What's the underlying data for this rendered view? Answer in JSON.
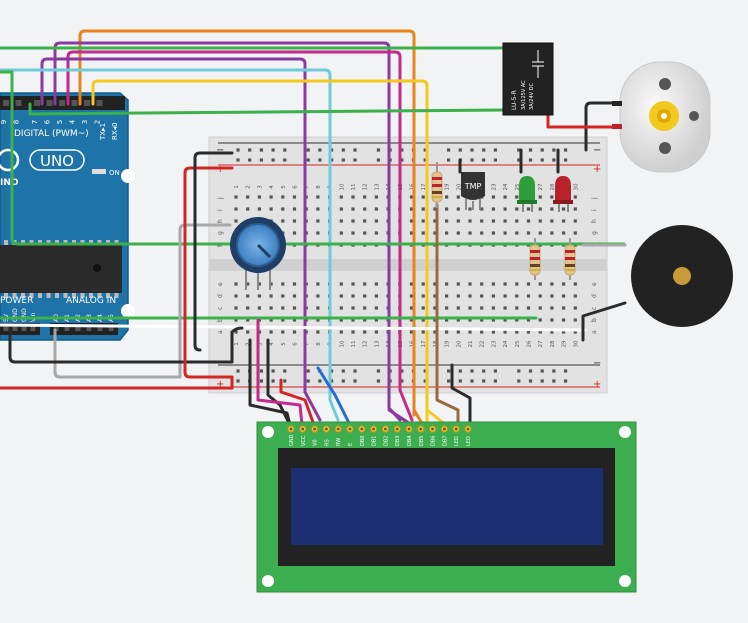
{
  "arduino": {
    "digital_label": "DIGITAL (PWM~)",
    "tx_label": "TX▸1",
    "rx_label": "RX◂0",
    "logo_text": "UNO",
    "board_text": "INO",
    "on_label": "ON",
    "power_label": "POWER",
    "analog_label": "ANALOG IN",
    "digital_pins": [
      "9",
      "8",
      "7",
      "6",
      "5",
      "4",
      "3",
      "2"
    ],
    "analog_pins": [
      "A0",
      "A1",
      "A2",
      "A3",
      "A4",
      "A5"
    ],
    "power_pins": [
      "5V",
      "GND",
      "GND",
      "Vin"
    ]
  },
  "breadboard": {
    "column_numbers": [
      "1",
      "2",
      "3",
      "4",
      "5",
      "6",
      "7",
      "8",
      "9",
      "10",
      "11",
      "12",
      "13",
      "14",
      "15",
      "16",
      "17",
      "18",
      "19",
      "20",
      "21",
      "22",
      "23",
      "24",
      "25",
      "26",
      "27",
      "28",
      "29",
      "30"
    ],
    "row_letters_top": [
      "j",
      "i",
      "h",
      "g",
      "f"
    ],
    "row_letters_bottom": [
      "e",
      "d",
      "c",
      "b",
      "a"
    ],
    "rail_plus": "+",
    "rail_minus": "−"
  },
  "components": {
    "temp_sensor_label": "TMP",
    "relay_lines": [
      "LU-5-R",
      "3A/125V AC",
      "3A/24V DC"
    ],
    "led_colors": {
      "green": "#2e9e3a",
      "red": "#c0222a"
    }
  },
  "lcd": {
    "pin_labels": [
      "GND",
      "VCC",
      "V0",
      "RS",
      "RW",
      "E",
      "DB0",
      "DB1",
      "DB2",
      "DB3",
      "DB4",
      "DB5",
      "DB6",
      "DB7",
      "LED",
      "LED"
    ]
  },
  "colors": {
    "red": "#d42424",
    "black": "#2b2b2b",
    "orange": "#e8841a",
    "purple": "#8a3aa0",
    "magenta": "#c22a8e",
    "yellow": "#f2c91c",
    "green": "#3cb04a",
    "cyan": "#6fcbd6",
    "brown": "#9a6a3d",
    "gray": "#a8a8a8",
    "blue": "#1f6fd6",
    "white": "#ffffff"
  }
}
